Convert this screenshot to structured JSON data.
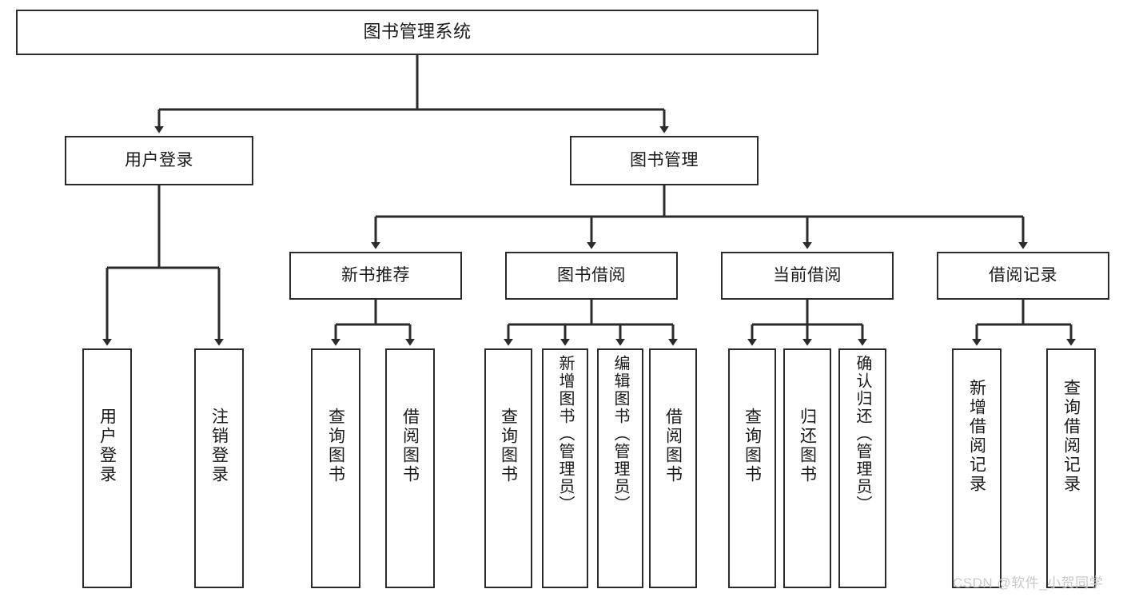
{
  "diagram": {
    "title": "图书管理系统",
    "type": "hierarchy-tree",
    "root": {
      "label": "图书管理系统"
    },
    "level2": [
      {
        "label": "用户登录"
      },
      {
        "label": "图书管理"
      }
    ],
    "level3": [
      {
        "label": "新书推荐"
      },
      {
        "label": "图书借阅"
      },
      {
        "label": "当前借阅"
      },
      {
        "label": "借阅记录"
      }
    ],
    "leaves": {
      "user_login": [
        {
          "label": "用户登录"
        },
        {
          "label": "注销登录"
        }
      ],
      "new_book_recommend": [
        {
          "label": "查询图书"
        },
        {
          "label": "借阅图书"
        }
      ],
      "book_borrow": [
        {
          "label": "查询图书"
        },
        {
          "label": "新增图书（管理员）"
        },
        {
          "label": "编辑图书（管理员）"
        },
        {
          "label": "借阅图书"
        }
      ],
      "current_borrow": [
        {
          "label": "查询图书"
        },
        {
          "label": "归还图书"
        },
        {
          "label": "确认归还（管理员）"
        }
      ],
      "borrow_record": [
        {
          "label": "新增借阅记录"
        },
        {
          "label": "查询借阅记录"
        }
      ]
    }
  },
  "watermark": {
    "text": "CSDN @软件_小贺同学"
  },
  "colors": {
    "border": "#2b2b2b",
    "background": "#ffffff",
    "text": "#1a1a1a",
    "watermark": "#c9c9c9"
  }
}
